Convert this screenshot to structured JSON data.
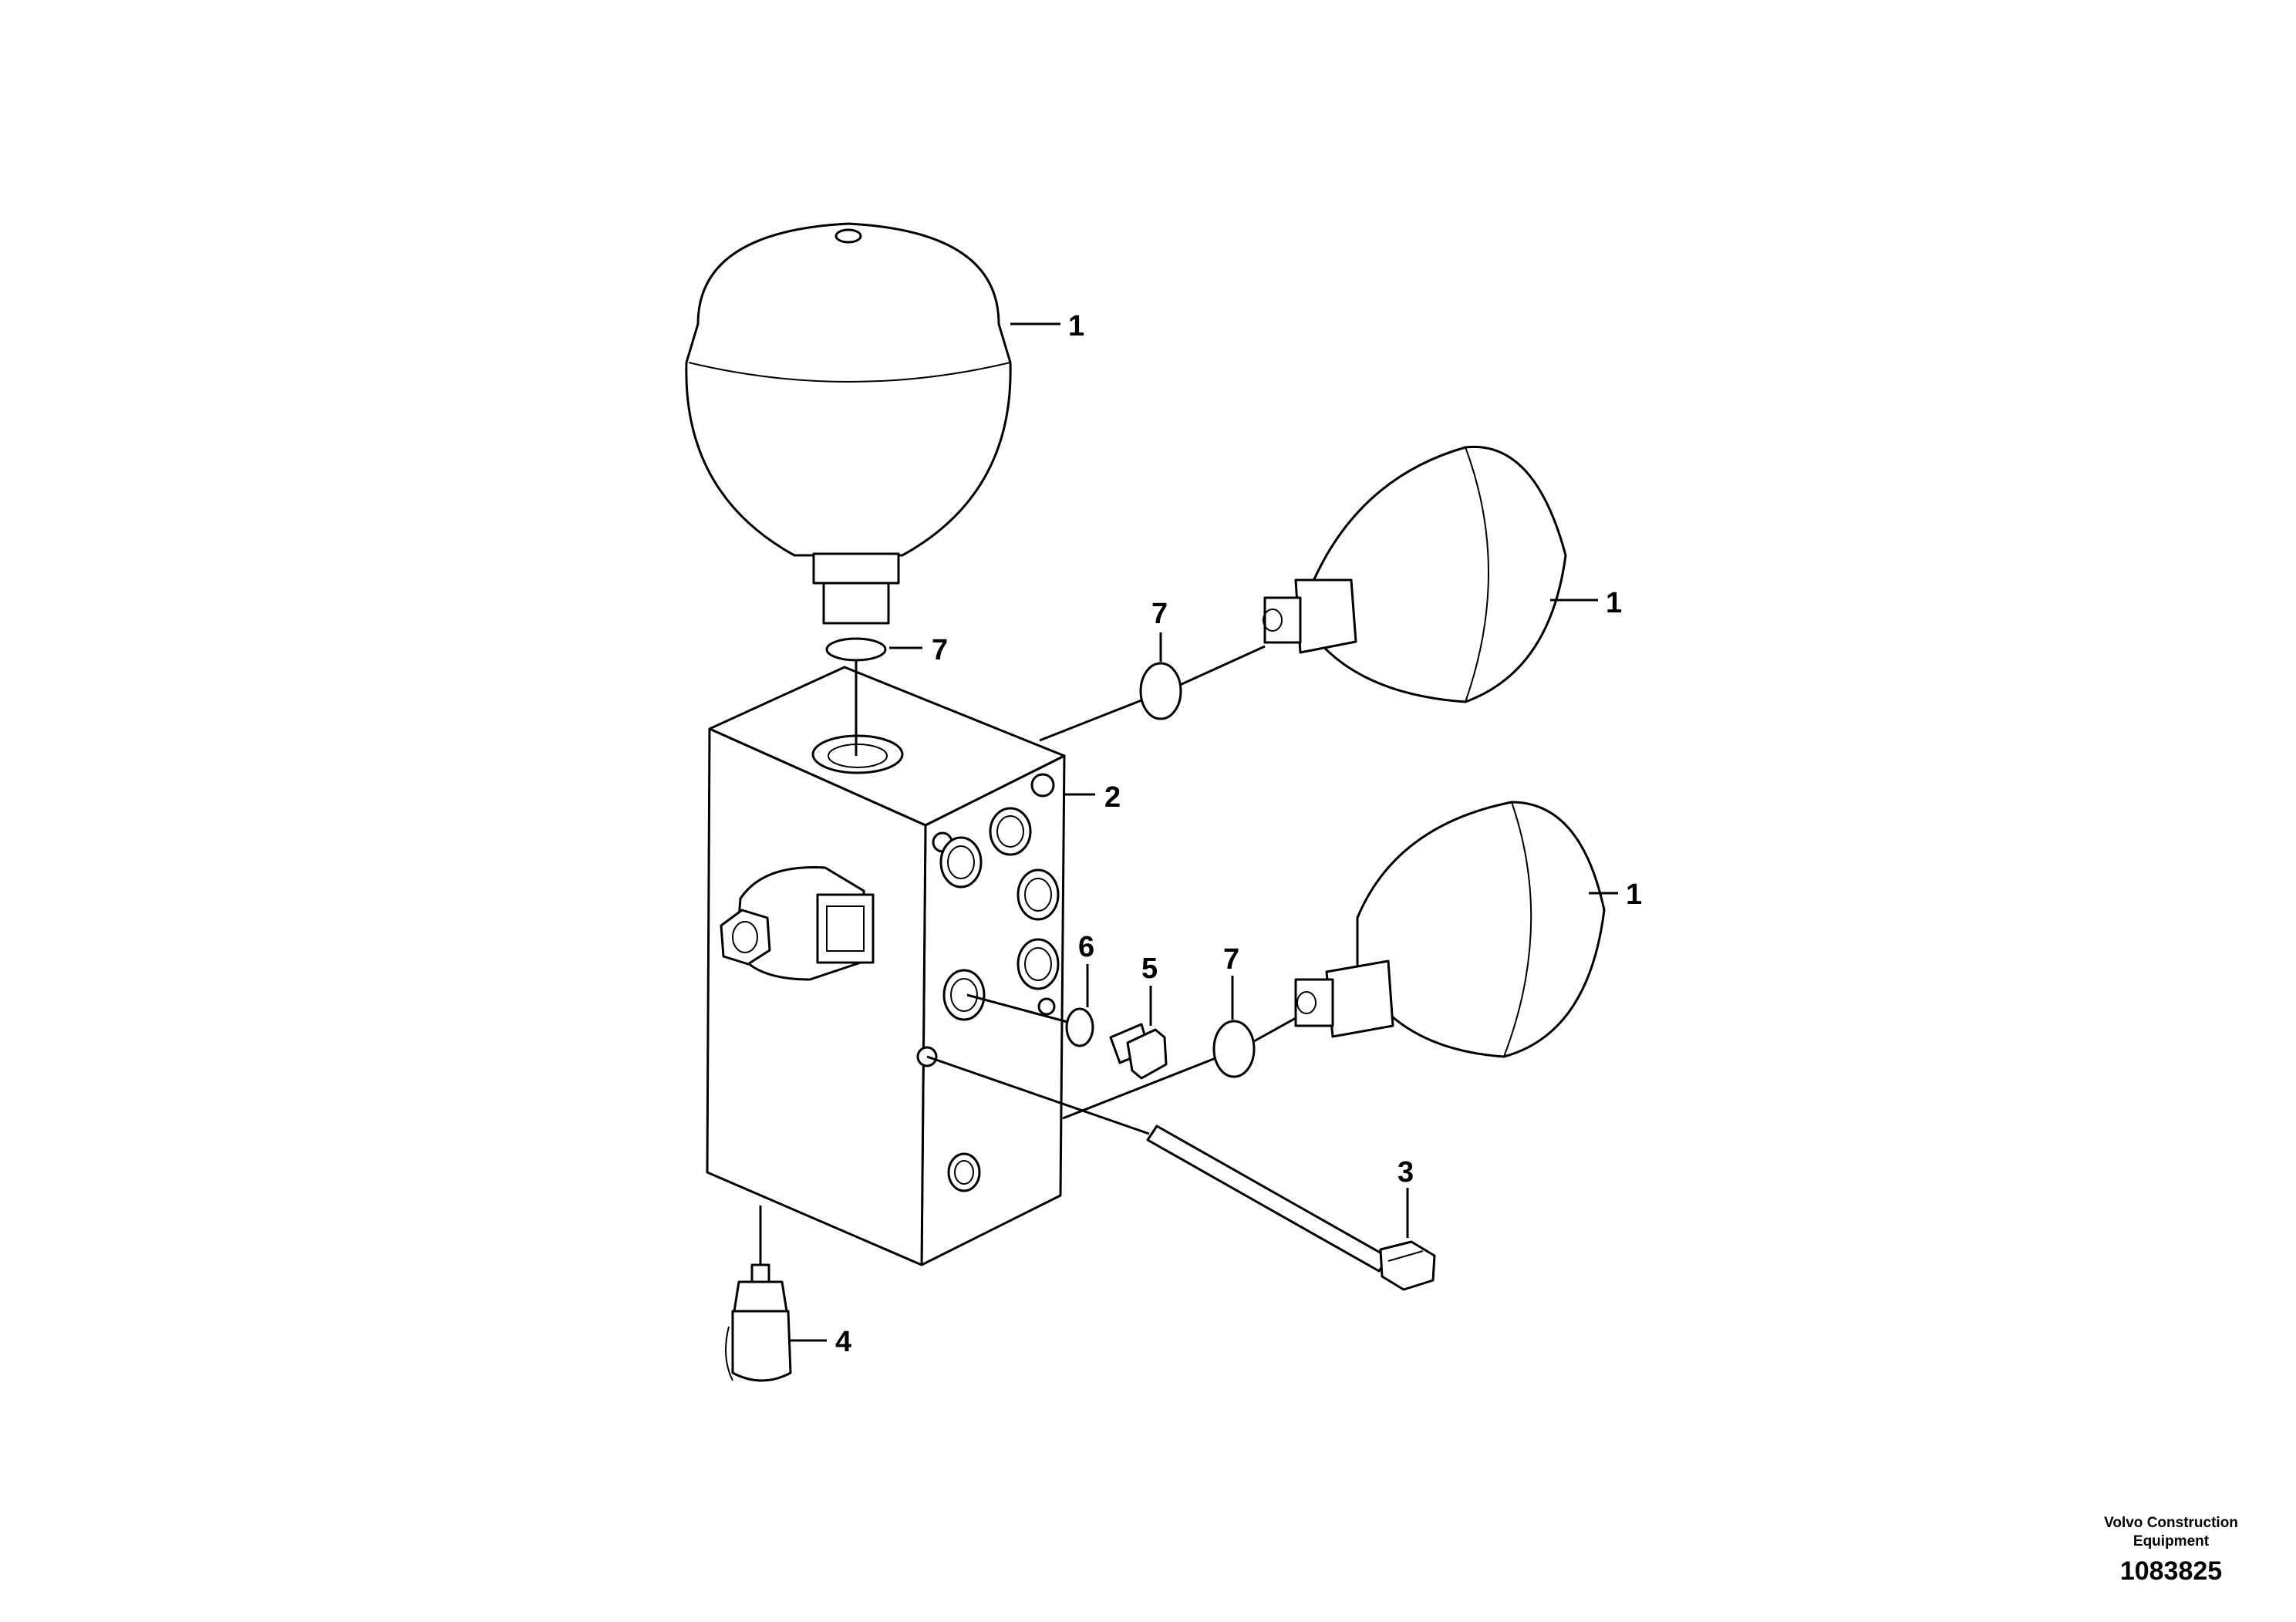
{
  "callouts": {
    "c1_top": "1",
    "c1_mid": "1",
    "c1_low": "1",
    "c2": "2",
    "c3": "3",
    "c4": "4",
    "c5": "5",
    "c6": "6",
    "c7_top": "7",
    "c7_mid": "7",
    "c7_low": "7"
  },
  "footer": {
    "brand_line1": "Volvo Construction",
    "brand_line2": "Equipment",
    "doc_number": "1083825"
  }
}
